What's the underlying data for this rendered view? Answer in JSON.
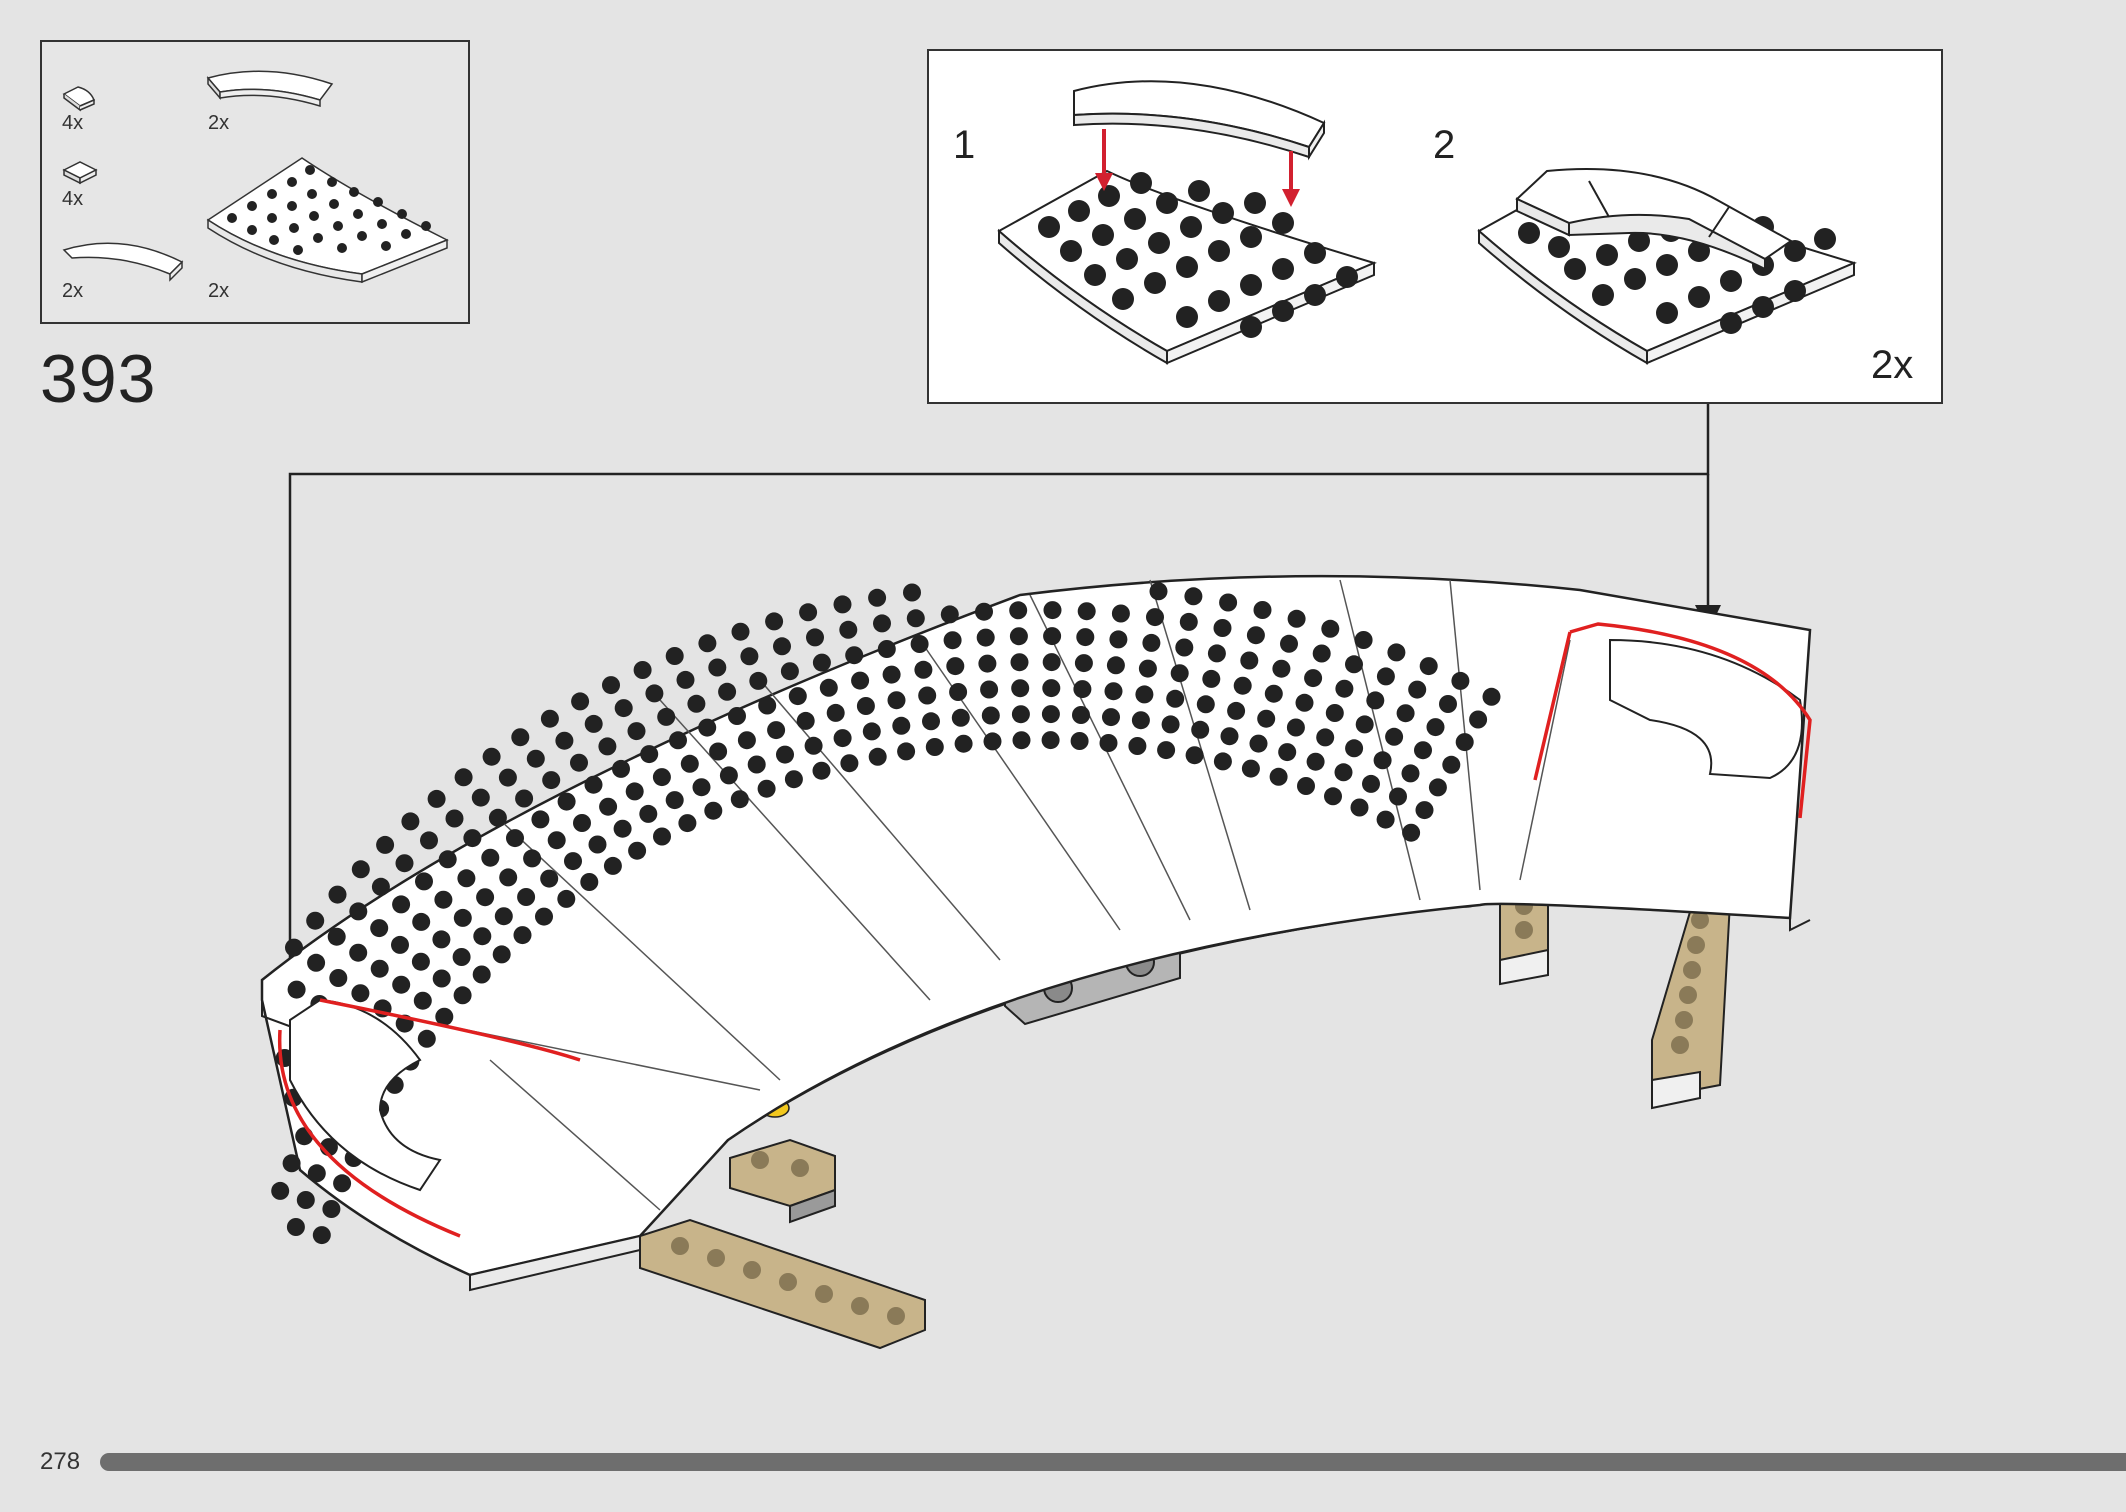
{
  "step": {
    "number": "393",
    "page_number": "278"
  },
  "parts_list": {
    "items": [
      {
        "qty": "4x",
        "part": "round-tile-icon"
      },
      {
        "qty": "2x",
        "part": "curved-tile-large-icon"
      },
      {
        "qty": "4x",
        "part": "square-tile-icon"
      },
      {
        "qty": "2x",
        "part": "curved-tile-small-icon"
      },
      {
        "qty": "2x",
        "part": "round-corner-plate-icon"
      }
    ]
  },
  "sub_assembly": {
    "steps": [
      {
        "number": "1"
      },
      {
        "number": "2"
      }
    ],
    "multiplier": "2x"
  },
  "colors": {
    "background": "#e4e4e4",
    "plate": "#ffffff",
    "stroke": "#222222",
    "arrow_red": "#d2202f",
    "highlight_red": "#e02020",
    "tan": "#c8b48a",
    "yellow": "#f2c81e",
    "gray_brick": "#b5b5b5",
    "progress": "#6e6e6e"
  }
}
